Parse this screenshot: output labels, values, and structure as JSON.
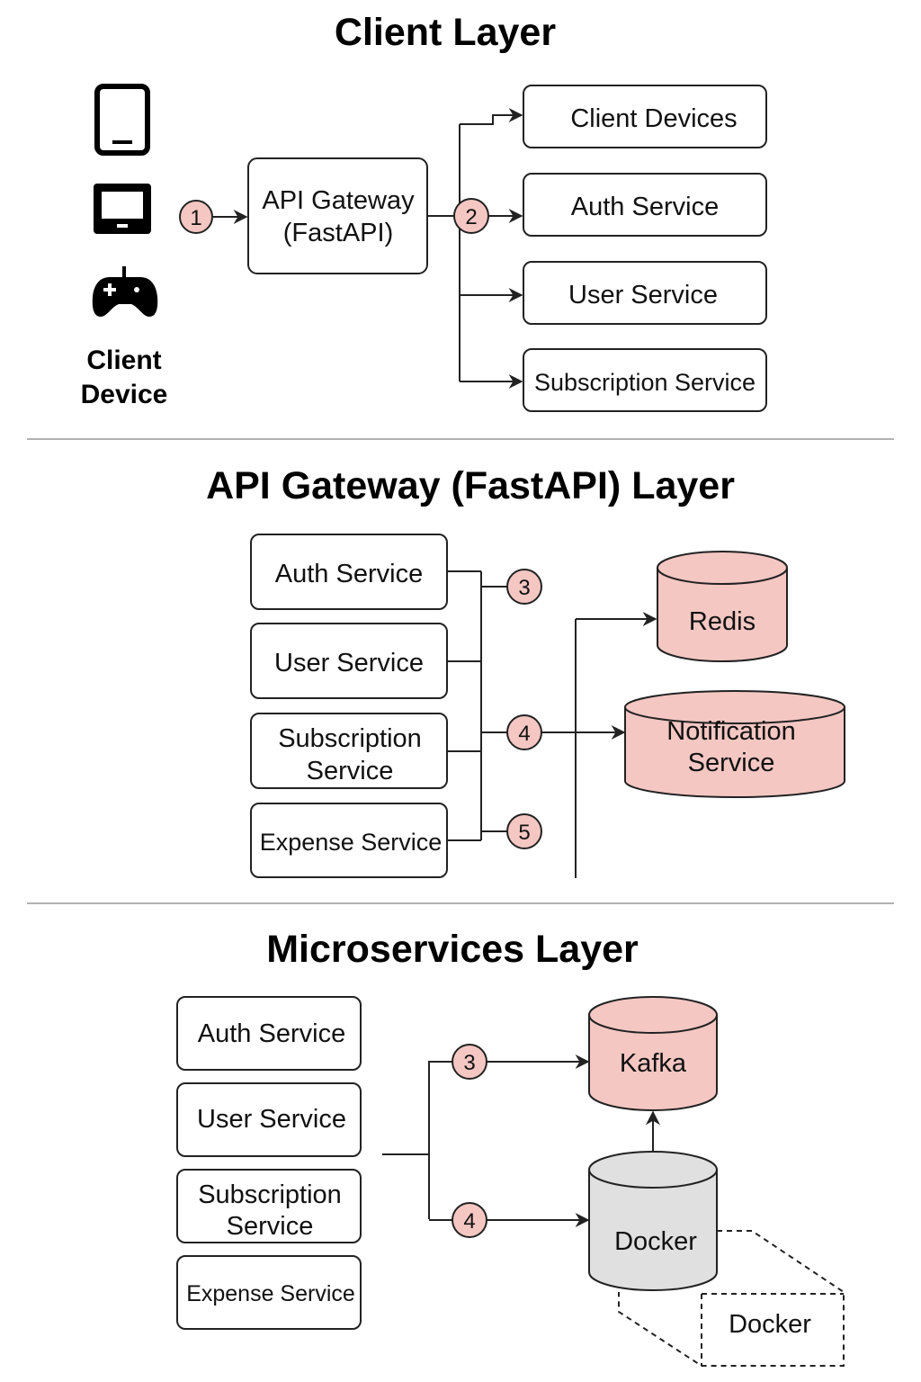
{
  "colors": {
    "accent_fill": "#f4c7c3",
    "docker_fill": "#e0e0e0",
    "stroke": "#222222",
    "divider": "#999999"
  },
  "client_layer": {
    "title": "Client Layer",
    "device_icons": [
      "tablet-icon",
      "laptop-icon",
      "gamepad-icon"
    ],
    "client_label_line1": "Client",
    "client_label_line2": "Device",
    "gateway_line1": "API Gateway",
    "gateway_line2": "(FastAPI)",
    "badge_1": "1",
    "badge_2": "2",
    "targets": [
      "Client Devices",
      "Auth Service",
      "User Service",
      "Subscription Service"
    ]
  },
  "gateway_layer": {
    "title": "API Gateway (FastAPI) Layer",
    "services": {
      "auth": "Auth Service",
      "user": "User Service",
      "subscription_line1": "Subscription",
      "subscription_line2": "Service",
      "expense": "Expense Service"
    },
    "badge_3": "3",
    "badge_4": "4",
    "badge_5": "5",
    "redis": "Redis",
    "notification_line1": "Notification",
    "notification_line2": "Service"
  },
  "microservices_layer": {
    "title": "Microservices Layer",
    "services": {
      "auth": "Auth Service",
      "user": "User Service",
      "subscription_line1": "Subscription",
      "subscription_line2": "Service",
      "expense": "Expense Service"
    },
    "badge_3": "3",
    "badge_4": "4",
    "kafka": "Kafka",
    "docker": "Docker",
    "docker_node": "Docker"
  }
}
